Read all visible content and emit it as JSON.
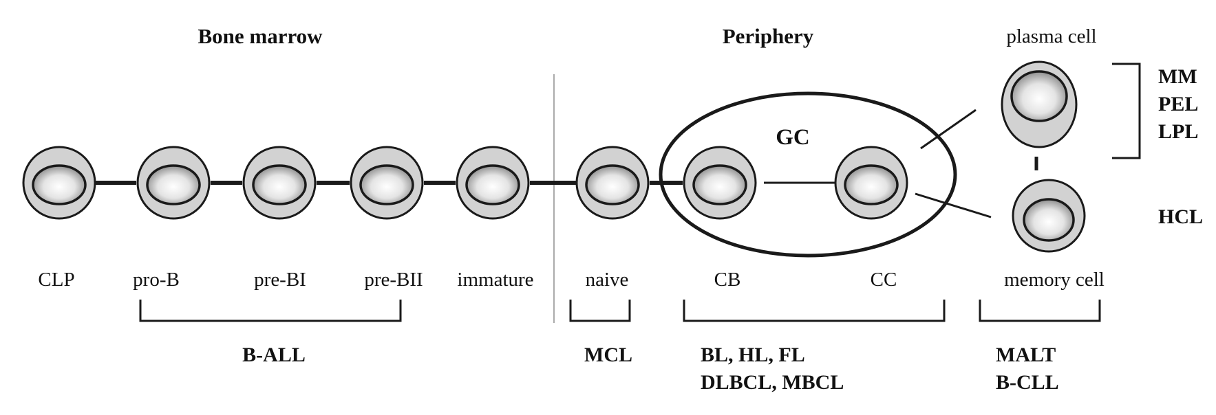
{
  "regions": {
    "bone_marrow": "Bone marrow",
    "periphery": "Periphery",
    "gc": "GC"
  },
  "cells": {
    "clp": "CLP",
    "pro_b": "pro-B",
    "pre_bi": "pre-BI",
    "pre_bii": "pre-BII",
    "immature": "immature",
    "naive": "naive",
    "cb": "CB",
    "cc": "CC",
    "plasma": "plasma cell",
    "memory": "memory cell"
  },
  "diseases": {
    "ball": "B-ALL",
    "mcl": "MCL",
    "gc_line1": "BL, HL, FL",
    "gc_line2": "DLBCL, MBCL",
    "memory_line1": "MALT",
    "memory_line2": "B-CLL",
    "plasma_line1": "MM",
    "plasma_line2": "PEL",
    "plasma_line3": "LPL",
    "hcl": "HCL"
  },
  "colors": {
    "cell_outer": "#d2d2d2",
    "stroke": "#1a1a1a"
  }
}
